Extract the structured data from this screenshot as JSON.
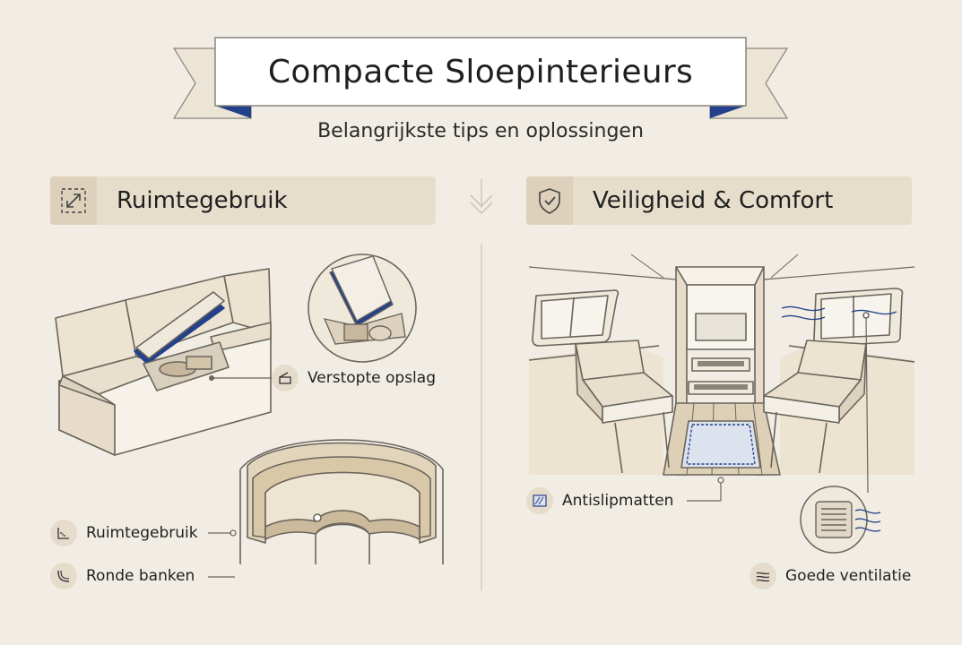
{
  "header": {
    "title": "Compacte Sloepinterieurs",
    "subtitle": "Belangrijkste tips en oplossingen"
  },
  "sections": {
    "left": {
      "title": "Ruimtegebruik",
      "icon": "expand-arrows-icon"
    },
    "right": {
      "title": "Veiligheid & Comfort",
      "icon": "shield-check-icon"
    }
  },
  "labels": {
    "hidden_storage": "Verstopte opslag",
    "space_use": "Ruimtegebruik",
    "round_benches": "Ronde banken",
    "anti_slip": "Antislipmatten",
    "ventilation": "Goede ventilatie"
  },
  "colors": {
    "background": "#f1ede4",
    "accent_navy": "#22418a",
    "cushion": "#e8dfcc",
    "section_bar": "#e7ddcb"
  }
}
